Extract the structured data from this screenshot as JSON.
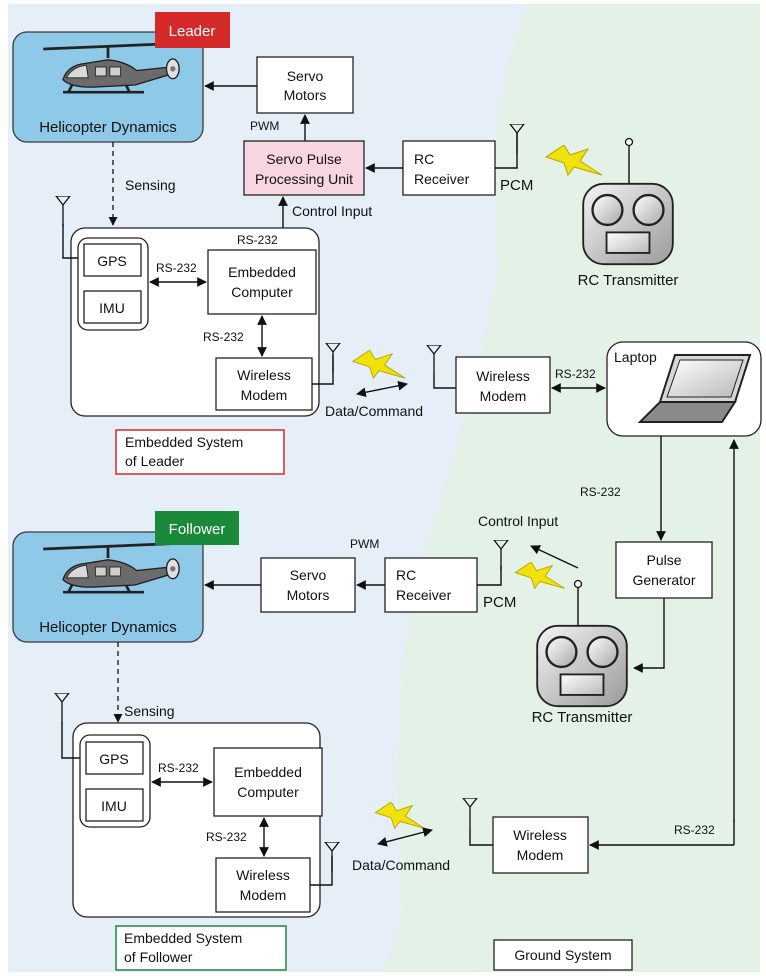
{
  "leader": {
    "badge": "Leader",
    "dynamics_label": "Helicopter Dynamics",
    "servo_label": [
      "Servo",
      "Motors"
    ],
    "pwm_label": "PWM",
    "spu_label": [
      "Servo Pulse",
      "Processing Unit"
    ],
    "rc_receiver_label": [
      "RC",
      "Receiver"
    ],
    "pcm_label": "PCM",
    "rc_transmitter_label": "RC Transmitter",
    "sensing_label": "Sensing",
    "control_input_label": "Control Input",
    "rs232_top": "RS-232",
    "gps_label": "GPS",
    "imu_label": "IMU",
    "rs232_gps": "RS-232",
    "computer_label": [
      "Embedded",
      "Computer"
    ],
    "rs232_modem": "RS-232",
    "modem_label": [
      "Wireless",
      "Modem"
    ],
    "data_command_label": "Data/Command",
    "ground_modem_label": [
      "Wireless",
      "Modem"
    ],
    "rs232_laptop": "RS-232",
    "laptop_label": "Laptop",
    "system_caption": [
      "Embedded System",
      "of Leader"
    ]
  },
  "ground": {
    "rs232_pulse": "RS-232",
    "control_input_label": "Control Input",
    "pulse_label": [
      "Pulse",
      "Generator"
    ],
    "rc_transmitter_label": "RC Transmitter",
    "rs232_follower": "RS-232",
    "caption": "Ground System"
  },
  "follower": {
    "badge": "Follower",
    "dynamics_label": "Helicopter Dynamics",
    "pwm_label": "PWM",
    "servo_label": [
      "Servo",
      "Motors"
    ],
    "rc_receiver_label": [
      "RC",
      "Receiver"
    ],
    "pcm_label": "PCM",
    "sensing_label": "Sensing",
    "gps_label": "GPS",
    "imu_label": "IMU",
    "rs232_gps": "RS-232",
    "computer_label": [
      "Embedded",
      "Computer"
    ],
    "rs232_modem": "RS-232",
    "modem_label": [
      "Wireless",
      "Modem"
    ],
    "data_command_label": "Data/Command",
    "ground_modem_label": [
      "Wireless",
      "Modem"
    ],
    "system_caption": [
      "Embedded System",
      "of Follower"
    ]
  },
  "colors": {
    "leader_badge": "#d42a2a",
    "follower_badge": "#1a8a3a",
    "dynamics_fill": "#8ec9e8",
    "spu_fill": "#f7d6e0",
    "left_region": "#e6eef8",
    "right_region": "#e4f1e6",
    "lightning": "#f2e20c"
  }
}
